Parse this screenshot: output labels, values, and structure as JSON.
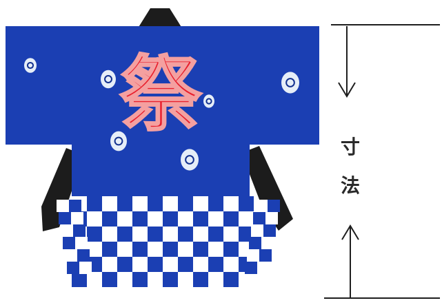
{
  "garment": {
    "crest_char": "祭",
    "colors": {
      "body": "#1b3fb3",
      "body_dark": "#12308f",
      "collar": "#1c1c1c",
      "crest": "#e81e2c",
      "checker_light": "#ffffff",
      "checker_dark": "#1b3fb3",
      "emblem": "#e6eef8"
    }
  },
  "dimension": {
    "label_chars": [
      "寸",
      "法"
    ],
    "arrow_color": "#1e1e1e"
  }
}
